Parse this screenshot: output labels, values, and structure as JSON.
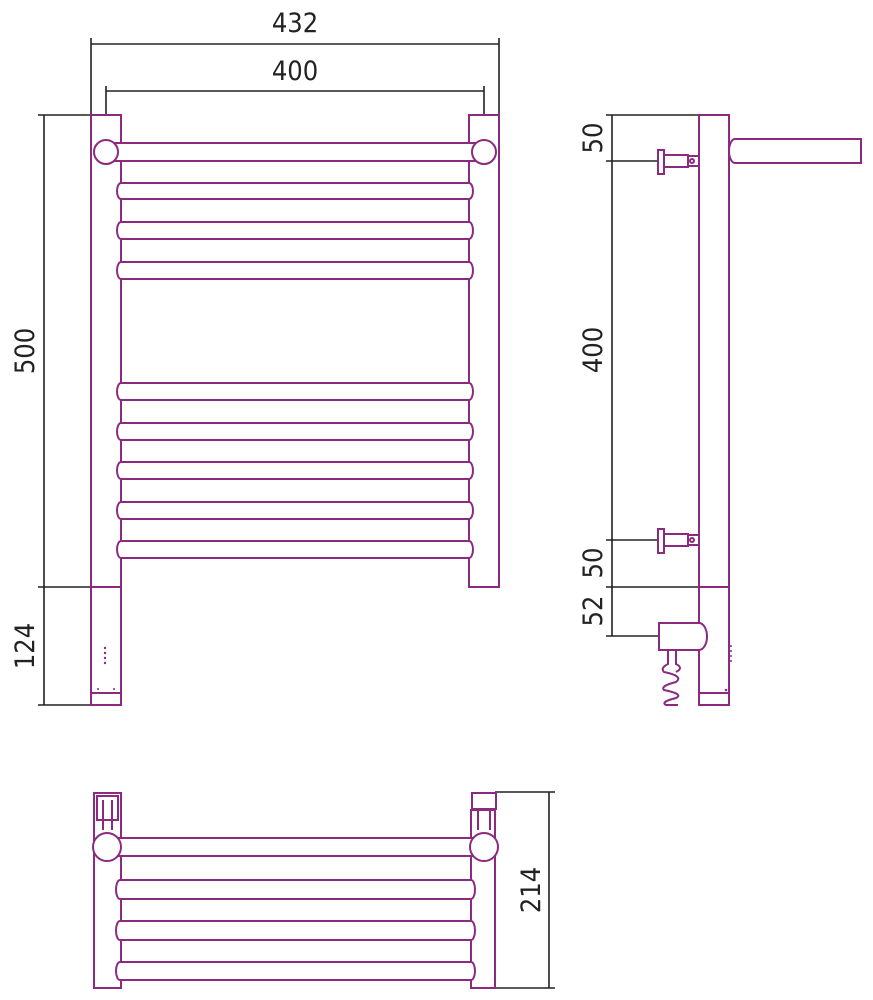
{
  "colors": {
    "outline": "#8b2a7e",
    "dimension": "#222222"
  },
  "front_view": {
    "overall_width": "432",
    "center_distance": "400",
    "height": "500",
    "bottom_height": "124"
  },
  "side_view": {
    "top_offset": "50",
    "center_distance": "400",
    "bottom_offset": "50",
    "heater_offset": "52"
  },
  "top_view": {
    "depth": "214"
  }
}
